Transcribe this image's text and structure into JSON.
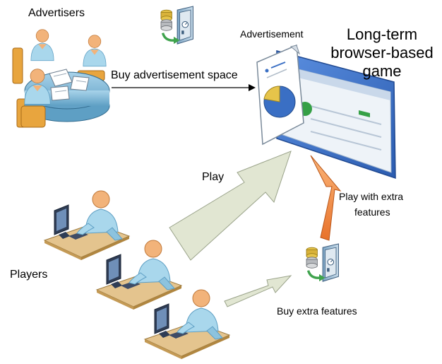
{
  "labels": {
    "advertisers": "Advertisers",
    "advertisement": "Advertisement",
    "game_title_line1": "Long-term",
    "game_title_line2": "browser-based",
    "game_title_line3": "game",
    "buy_ad_space": "Buy advertisement space",
    "play": "Play",
    "play_extra_line1": "Play with extra",
    "play_extra_line2": "features",
    "players": "Players",
    "buy_extra": "Buy extra features"
  },
  "icons": {
    "advertisers": "meeting-table-people-icon",
    "payment_top": "coins-safe-payment-icon",
    "payment_bottom": "coins-safe-payment-icon",
    "game_window": "browser-window-icon",
    "ad_document": "document-pie-chart-icon",
    "player": "person-at-computer-icon"
  },
  "colors": {
    "skin": "#f2b37a",
    "skin_dark": "#d88a4e",
    "shirt": "#a9d7ec",
    "shirt_dark": "#6aaecb",
    "chair": "#e8a53e",
    "table": "#7fb9d6",
    "desk": "#e4c48e",
    "window_blue": "#3a6fc4",
    "arrow_play": "#e1e6d2",
    "arrow_orange": "#f08c3e"
  }
}
